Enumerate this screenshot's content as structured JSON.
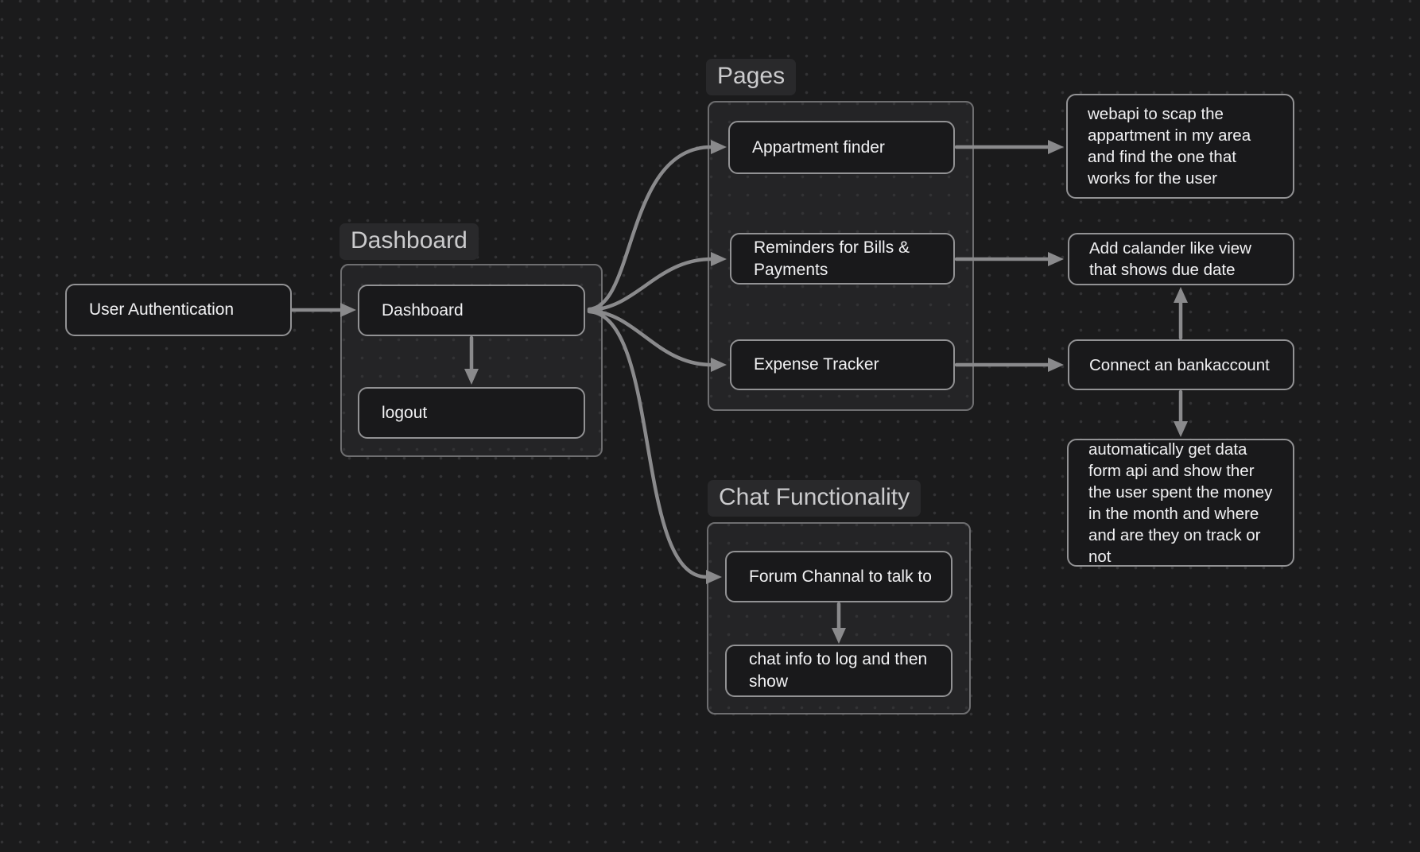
{
  "colors": {
    "background": "#1b1b1c",
    "grid_dot": "#333335",
    "frame_fill": "#242426",
    "frame_border": "#6e6e70",
    "frame_label_bg": "#29292b",
    "frame_label_text": "#cbcbcd",
    "node_fill": "#19191b",
    "node_border": "#929294",
    "node_text": "#f1f1f3",
    "arrow": "#8a8a8c"
  },
  "frames": {
    "dashboard": {
      "title": "Dashboard"
    },
    "pages": {
      "title": "Pages"
    },
    "chat": {
      "title": "Chat Functionality"
    }
  },
  "nodes": {
    "user_authentication": {
      "label": "User Authentication"
    },
    "dashboard": {
      "label": "Dashboard"
    },
    "logout": {
      "label": "logout"
    },
    "apartment_finder": {
      "label": "Appartment finder"
    },
    "bill_reminders": {
      "label": "Reminders for Bills & Payments"
    },
    "expense_tracker": {
      "label": "Expense Tracker"
    },
    "forum_channel": {
      "label": "Forum Channal to talk to"
    },
    "chat_log": {
      "label": "chat info to log and then show"
    },
    "webapi_note": {
      "label": "webapi to scap the appartment in my area and find the one that works for the user"
    },
    "calendar_note": {
      "label": "Add calander like view that shows due date"
    },
    "bank_note": {
      "label": "Connect an bankaccount"
    },
    "auto_data_note": {
      "label": "automatically get data form api and show ther the user spent the money in the month and where and are they on track or not"
    }
  }
}
